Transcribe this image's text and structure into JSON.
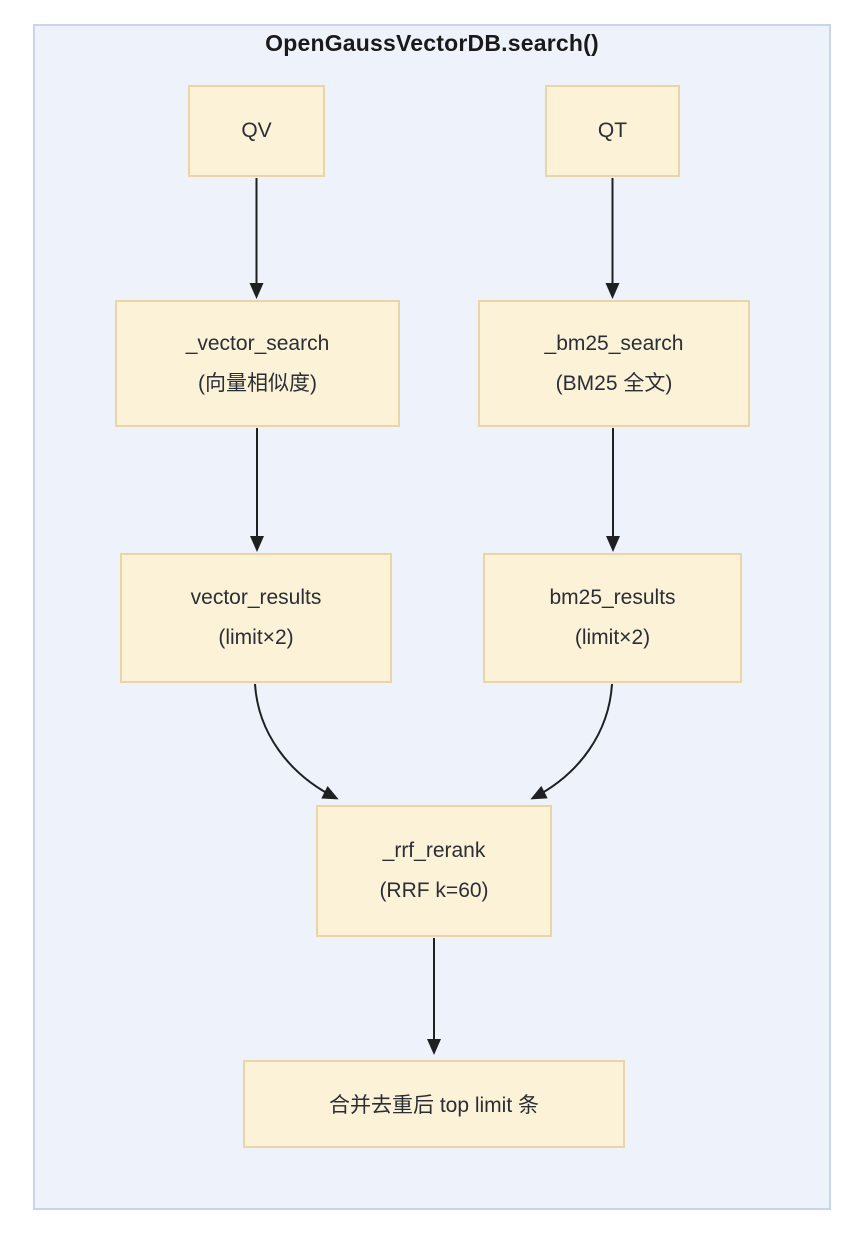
{
  "diagram": {
    "title": "OpenGaussVectorDB.search()",
    "nodes": {
      "qv": {
        "label": "QV"
      },
      "qt": {
        "label": "QT"
      },
      "vector_search": {
        "line1": "_vector_search",
        "line2": "(向量相似度)"
      },
      "bm25_search": {
        "line1": "_bm25_search",
        "line2": "(BM25 全文)"
      },
      "vector_results": {
        "line1": "vector_results",
        "line2": "(limit×2)"
      },
      "bm25_results": {
        "line1": "bm25_results",
        "line2": "(limit×2)"
      },
      "rrf_rerank": {
        "line1": "_rrf_rerank",
        "line2": "(RRF k=60)"
      },
      "merged_output": {
        "label": "合并去重后 top limit 条"
      }
    },
    "edges": [
      {
        "from": "QV",
        "to": "_vector_search"
      },
      {
        "from": "QT",
        "to": "_bm25_search"
      },
      {
        "from": "_vector_search",
        "to": "vector_results"
      },
      {
        "from": "_bm25_search",
        "to": "bm25_results"
      },
      {
        "from": "vector_results",
        "to": "_rrf_rerank"
      },
      {
        "from": "bm25_results",
        "to": "_rrf_rerank"
      },
      {
        "from": "_rrf_rerank",
        "to": "merged_output"
      }
    ],
    "colors": {
      "node_fill": "#fcf2d8",
      "node_border": "#e9d5a5",
      "edge_color": "#1f2022",
      "canvas_bg": "#eef2fa",
      "canvas_border": "#c9d5ee",
      "node_text": "#2b2e35",
      "title_text": "#1a1a1a"
    }
  }
}
